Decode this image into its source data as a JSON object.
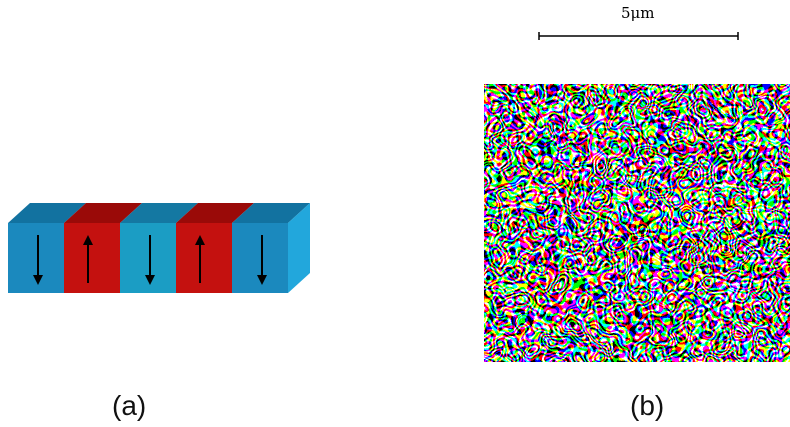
{
  "panels": {
    "a": {
      "label": "(a)",
      "domains": [
        {
          "color": "#1B89BE",
          "top": "#1272A0",
          "arrow": "down"
        },
        {
          "color": "#C4110F",
          "top": "#9A0A08",
          "arrow": "up"
        },
        {
          "color": "#1B9DC4",
          "top": "#1478A2",
          "arrow": "down"
        },
        {
          "color": "#C4110F",
          "top": "#9A0A08",
          "arrow": "up"
        },
        {
          "color": "#1B89BE",
          "top": "#1272A0",
          "arrow": "down"
        }
      ],
      "side_color": "#22A7DC"
    },
    "b": {
      "label": "(b)",
      "scale_bar_text": "5μm"
    }
  }
}
